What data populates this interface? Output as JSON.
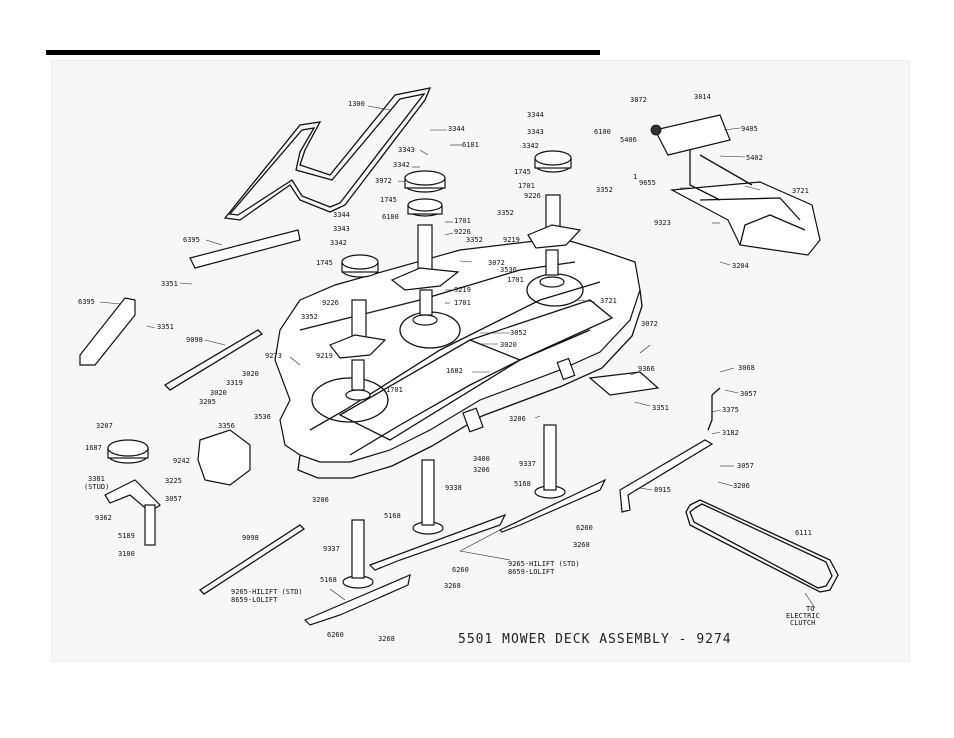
{
  "title": "5501 MOWER DECK ASSEMBLY - 9274",
  "labels": [
    {
      "id": "l1300",
      "text": "1300"
    },
    {
      "id": "l3344a",
      "text": "3344"
    },
    {
      "id": "l3343a",
      "text": "3343"
    },
    {
      "id": "l6101",
      "text": "6101"
    },
    {
      "id": "l3342a",
      "text": "3342"
    },
    {
      "id": "l3972",
      "text": "3972"
    },
    {
      "id": "l1745a",
      "text": "1745"
    },
    {
      "id": "l3344b",
      "text": "3344"
    },
    {
      "id": "l6100a",
      "text": "6100"
    },
    {
      "id": "l3343b",
      "text": "3343"
    },
    {
      "id": "l1701a",
      "text": "1701"
    },
    {
      "id": "l9226a",
      "text": "9226"
    },
    {
      "id": "l3342b",
      "text": "3342"
    },
    {
      "id": "l3352a",
      "text": "3352"
    },
    {
      "id": "l1745b",
      "text": "1745"
    },
    {
      "id": "l3072a",
      "text": "3072"
    },
    {
      "id": "l9219a",
      "text": "9219"
    },
    {
      "id": "l1701b",
      "text": "1701"
    },
    {
      "id": "l6395a",
      "text": "6395"
    },
    {
      "id": "l3351a",
      "text": "3351"
    },
    {
      "id": "l6395b",
      "text": "6395"
    },
    {
      "id": "l3351b",
      "text": "3351"
    },
    {
      "id": "l9226b",
      "text": "9226"
    },
    {
      "id": "l3352b",
      "text": "3352"
    },
    {
      "id": "l9219b",
      "text": "9219"
    },
    {
      "id": "l9098a",
      "text": "9098"
    },
    {
      "id": "l9273",
      "text": "9273"
    },
    {
      "id": "l3020a",
      "text": "3020"
    },
    {
      "id": "l3319",
      "text": "3319"
    },
    {
      "id": "l3020b",
      "text": "3020"
    },
    {
      "id": "l3205",
      "text": "3205"
    },
    {
      "id": "l3536a",
      "text": "3536"
    },
    {
      "id": "l3356",
      "text": "3356"
    },
    {
      "id": "l1701c",
      "text": "1701"
    },
    {
      "id": "l1682",
      "text": "1682"
    },
    {
      "id": "l3052",
      "text": "3052"
    },
    {
      "id": "l3020c",
      "text": "3020"
    },
    {
      "id": "l3207",
      "text": "3207"
    },
    {
      "id": "l1687",
      "text": "1687"
    },
    {
      "id": "l9242",
      "text": "9242"
    },
    {
      "id": "l3381",
      "text": "3381"
    },
    {
      "id": "lstud1",
      "text": "(STUD)"
    },
    {
      "id": "l3225",
      "text": "3225"
    },
    {
      "id": "l3057a",
      "text": "3057"
    },
    {
      "id": "l9362",
      "text": "9362"
    },
    {
      "id": "l5189",
      "text": "5189"
    },
    {
      "id": "l3100a",
      "text": "3100"
    },
    {
      "id": "l9098b",
      "text": "9098"
    },
    {
      "id": "l3206a",
      "text": "3206"
    },
    {
      "id": "l3400",
      "text": "3400"
    },
    {
      "id": "l3206b",
      "text": "3206"
    },
    {
      "id": "l9338",
      "text": "9338"
    },
    {
      "id": "l9337a",
      "text": "9337"
    },
    {
      "id": "l5168a",
      "text": "5168"
    },
    {
      "id": "l9265a",
      "text": "9265-HILIFT (STD)"
    },
    {
      "id": "l8659a",
      "text": "8659-LOLIFT"
    },
    {
      "id": "l6260a",
      "text": "6260"
    },
    {
      "id": "l3268a",
      "text": "3268"
    },
    {
      "id": "l5168b",
      "text": "5168"
    },
    {
      "id": "l6260b",
      "text": "6260"
    },
    {
      "id": "l3268b",
      "text": "3268"
    },
    {
      "id": "l9337b",
      "text": "9337"
    },
    {
      "id": "l3206c",
      "text": "3206"
    },
    {
      "id": "l5168c",
      "text": "5168"
    },
    {
      "id": "l6260c",
      "text": "6260"
    },
    {
      "id": "l3268c",
      "text": "3268"
    },
    {
      "id": "l9265b",
      "text": "9265-HILIFT (STD)"
    },
    {
      "id": "l8659b",
      "text": "8659-LOLIFT"
    },
    {
      "id": "l3344c",
      "text": "3344"
    },
    {
      "id": "l3343c",
      "text": "3343"
    },
    {
      "id": "l6100b",
      "text": "6100"
    },
    {
      "id": "l3342c",
      "text": "3342"
    },
    {
      "id": "l1745c",
      "text": "1745"
    },
    {
      "id": "l1701d",
      "text": "1701"
    },
    {
      "id": "l9226c",
      "text": "9226"
    },
    {
      "id": "l3352c",
      "text": "3352"
    },
    {
      "id": "l3352d",
      "text": "3352"
    },
    {
      "id": "l9219c",
      "text": "9219"
    },
    {
      "id": "l3536b",
      "text": "3536"
    },
    {
      "id": "l1701e",
      "text": "1701"
    },
    {
      "id": "l3072b",
      "text": "3072"
    },
    {
      "id": "l3014",
      "text": "3014"
    },
    {
      "id": "l5406",
      "text": "5406"
    },
    {
      "id": "l9405",
      "text": "9405"
    },
    {
      "id": "l5402",
      "text": "5402"
    },
    {
      "id": "l9655",
      "text": "9655"
    },
    {
      "id": "l3721a",
      "text": "3721"
    },
    {
      "id": "l9323",
      "text": "9323"
    },
    {
      "id": "l3204",
      "text": "3204"
    },
    {
      "id": "l3721b",
      "text": "3721"
    },
    {
      "id": "l3072c",
      "text": "3072"
    },
    {
      "id": "l9366",
      "text": "9366"
    },
    {
      "id": "l3351c",
      "text": "3351"
    },
    {
      "id": "l3068",
      "text": "3068"
    },
    {
      "id": "l3057b",
      "text": "3057"
    },
    {
      "id": "l3375",
      "text": "3375"
    },
    {
      "id": "l3182",
      "text": "3182"
    },
    {
      "id": "l3057c",
      "text": "3057"
    },
    {
      "id": "l3206d",
      "text": "3206"
    },
    {
      "id": "l8915",
      "text": "8915"
    },
    {
      "id": "l6111",
      "text": "6111"
    },
    {
      "id": "lto1",
      "text": "TO"
    },
    {
      "id": "lto2",
      "text": "ELECTRIC"
    },
    {
      "id": "lto3",
      "text": "CLUTCH"
    },
    {
      "id": "l9655b",
      "text": "1"
    }
  ]
}
